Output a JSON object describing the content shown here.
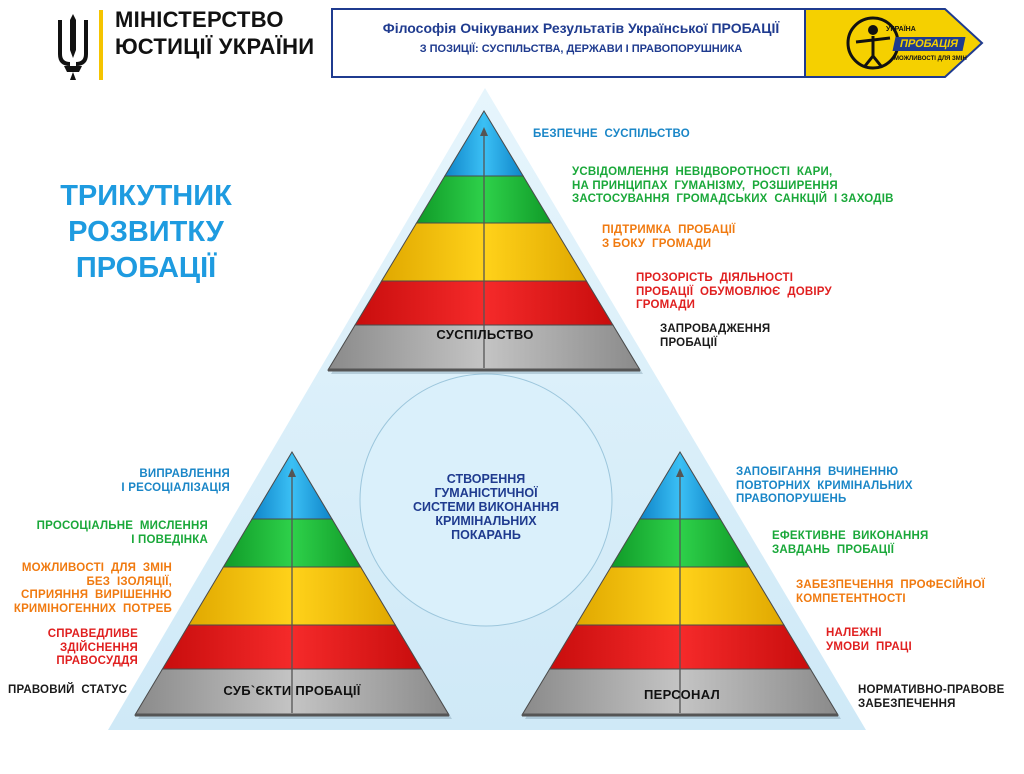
{
  "header": {
    "ministry": [
      "МІНІСТЕРСТВО",
      "ЮСТИЦІЇ УКРАЇНИ"
    ],
    "title_line1": "Філософія Очікуваних Результатів Української ПРОБАЦІЇ",
    "title_line2": "З ПОЗИЦІЇ: СУСПІЛЬСТВА, ДЕРЖАВИ І ПРАВОПОРУШНИКА",
    "logo_top": "УКРАЇНА",
    "logo_main": "ПРОБАЦІЯ",
    "logo_bottom": "МОЖЛИВОСТІ ДЛЯ ЗМІН"
  },
  "title": [
    "ТРИКУТНИК",
    "РОЗВИТКУ",
    "ПРОБАЦІЇ"
  ],
  "center": "СТВОРЕННЯ\nГУМАНІСТИЧНОЇ\nСИСТЕМИ ВИКОНАННЯ\nКРИМІНАЛЬНИХ\nПОКАРАНЬ",
  "society": {
    "base": "СУСПІЛЬСТВО",
    "levels": [
      "БЕЗПЕЧНЕ  СУСПІЛЬСТВО",
      "УСВІДОМЛЕННЯ  НЕВІДВОРОТНОСТІ  КАРИ,\nНА ПРИНЦИПАХ  ГУМАНІЗМУ,  РОЗШИРЕННЯ\nЗАСТОСУВАННЯ  ГРОМАДСЬКИХ  САНКЦІЙ  І ЗАХОДІВ",
      "ПІДТРИМКА  ПРОБАЦІЇ\nЗ БОКУ  ГРОМАДИ",
      "ПРОЗОРІСТЬ  ДІЯЛЬНОСТІ\nПРОБАЦІЇ  ОБУМОВЛЮЄ  ДОВІРУ\nГРОМАДИ",
      "ЗАПРОВАДЖЕННЯ\nПРОБАЦІЇ"
    ]
  },
  "subjects": {
    "base": "СУБ`ЄКТИ  ПРОБАЦІЇ",
    "levels": [
      "ВИПРАВЛЕННЯ\nІ РЕСОЦІАЛІЗАЦІЯ",
      "ПРОСОЦІАЛЬНЕ  МИСЛЕННЯ\nІ ПОВЕДІНКА",
      "МОЖЛИВОСТІ  ДЛЯ  ЗМІН\nБЕЗ  ІЗОЛЯЦІЇ,\nСПРИЯННЯ  ВИРІШЕННЮ\nКРИМІНОГЕННИХ  ПОТРЕБ",
      "СПРАВЕДЛИВЕ\nЗДІЙСНЕННЯ\nПРАВОСУДДЯ",
      "ПРАВОВИЙ  СТАТУС"
    ]
  },
  "staff": {
    "base": "ПЕРСОНАЛ",
    "levels": [
      "ЗАПОБІГАННЯ  ВЧИНЕННЮ\nПОВТОРНИХ  КРИМІНАЛЬНИХ\nПРАВОПОРУШЕНЬ",
      "ЕФЕКТИВНЕ  ВИКОНАННЯ\nЗАВДАНЬ  ПРОБАЦІЇ",
      "ЗАБЕЗПЕЧЕННЯ  ПРОФЕСІЙНОЇ\nКОМПЕТЕНТНОСТІ",
      "НАЛЕЖНІ\nУМОВИ  ПРАЦІ",
      "НОРМАТИВНО-ПРАВОВЕ\nЗАБЕЗПЕЧЕННЯ"
    ]
  },
  "colors": {
    "blue": "#1ea8e8",
    "green": "#1fb83a",
    "yellow": "#f5c400",
    "red": "#e51a1a",
    "gray": "#a6a6a6",
    "background_triangle": "#d4edf9",
    "header_navy": "#1f3b8f",
    "header_yellow": "#f5d000"
  }
}
